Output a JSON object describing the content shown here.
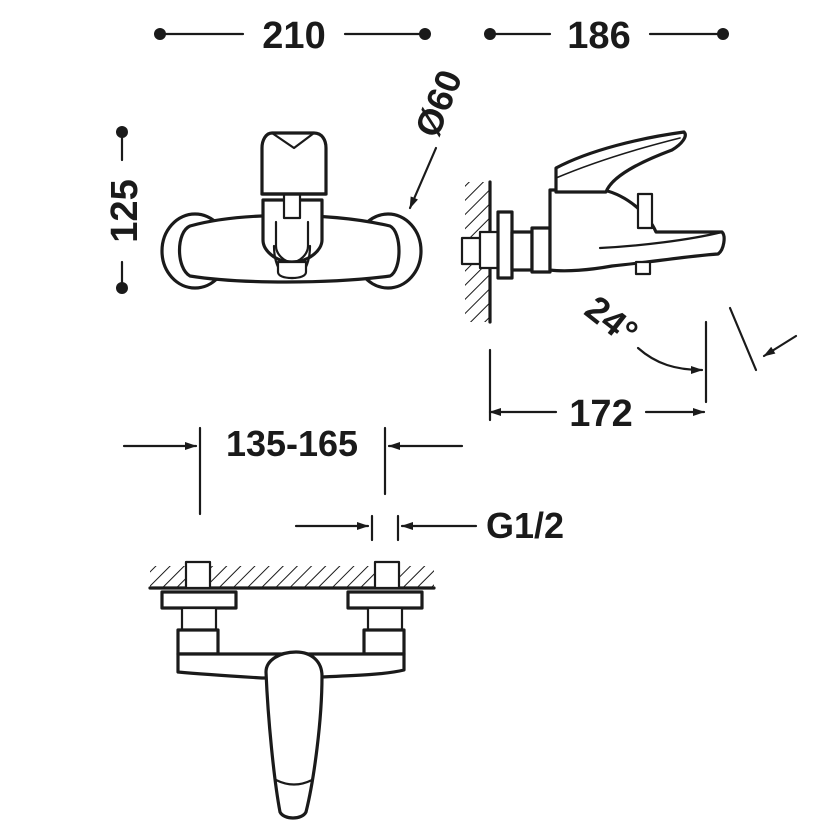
{
  "dimensions": {
    "width_front": "210",
    "depth_side": "186",
    "height_front": "125",
    "diameter": "Ø60",
    "angle": "24°",
    "projection": "172",
    "centers": "135-165",
    "thread": "G1/2"
  },
  "colors": {
    "ink": "#1a1a1a",
    "paper": "#ffffff"
  }
}
